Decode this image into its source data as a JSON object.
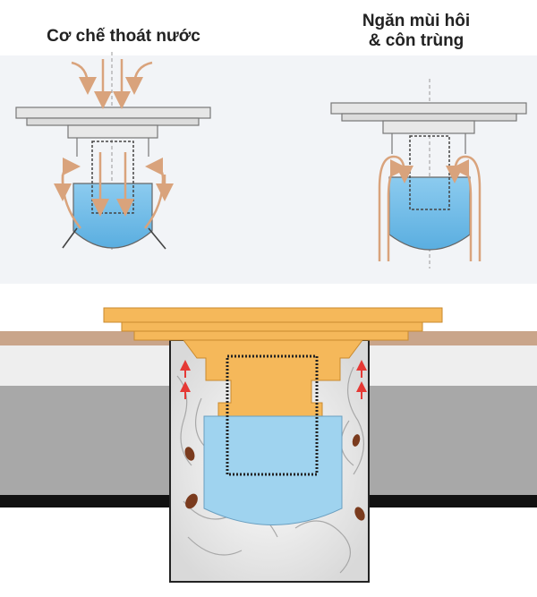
{
  "titles": {
    "drainage": "Cơ chế thoát nước",
    "odor_line1": "Ngăn mùi hôi",
    "odor_line2": "& côn trùng"
  },
  "colors": {
    "water": "#9fd3ef",
    "flow_arrow": "#d9a37c",
    "trap_orange": "#f5b85a",
    "floor_tan": "#c9a58a",
    "floor_gray": "#a8a8a8",
    "bug_arrow": "#e53935"
  }
}
